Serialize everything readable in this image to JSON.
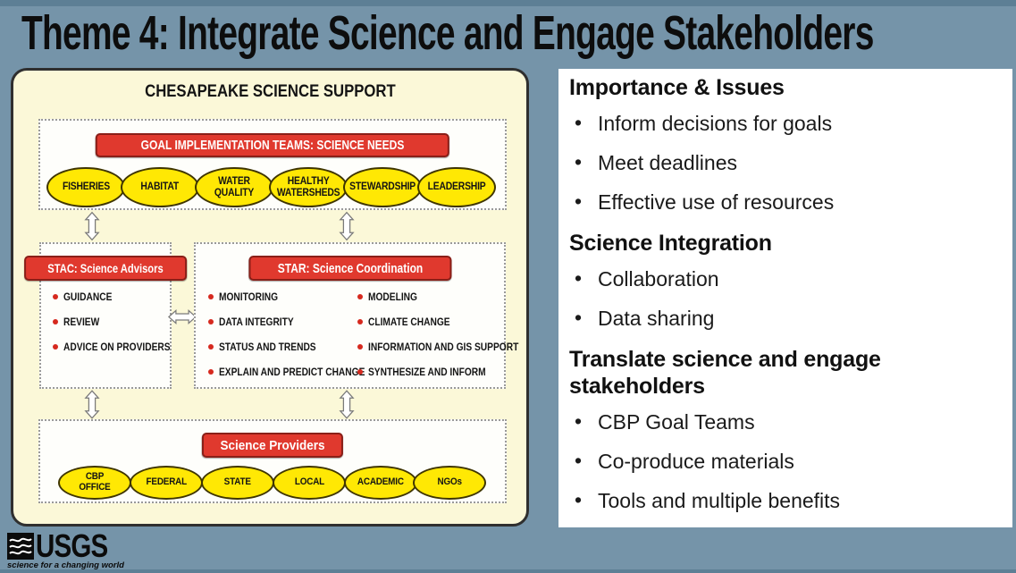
{
  "slide": {
    "title": "Theme 4: Integrate Science and Engage Stakeholders"
  },
  "colors": {
    "slide_background": "#7594a9",
    "diagram_background": "#fbf8d8",
    "accent_red": "#e0392e",
    "accent_yellow": "#ffe804",
    "panel_background": "#ffffff"
  },
  "diagram": {
    "title": "CHESAPEAKE SCIENCE SUPPORT",
    "git": {
      "header": "GOAL IMPLEMENTATION TEAMS: SCIENCE NEEDS",
      "teams": [
        "FISHERIES",
        "HABITAT",
        "WATER QUALITY",
        "HEALTHY WATERSHEDS",
        "STEWARDSHIP",
        "LEADERSHIP"
      ]
    },
    "stac": {
      "header": "STAC: Science Advisors",
      "items": [
        "GUIDANCE",
        "REVIEW",
        "ADVICE ON PROVIDERS"
      ]
    },
    "star": {
      "header": "STAR: Science Coordination",
      "col1": [
        "MONITORING",
        "DATA INTEGRITY",
        "STATUS AND TRENDS",
        "EXPLAIN AND PREDICT CHANGE"
      ],
      "col2": [
        "MODELING",
        "CLIMATE CHANGE",
        "INFORMATION AND GIS SUPPORT",
        "SYNTHESIZE AND INFORM"
      ]
    },
    "providers": {
      "header": "Science Providers",
      "orgs": [
        "CBP OFFICE",
        "FEDERAL",
        "STATE",
        "LOCAL",
        "ACADEMIC",
        "NGOs"
      ]
    }
  },
  "panel": {
    "sections": [
      {
        "heading": "Importance & Issues",
        "bullets": [
          "Inform decisions for goals",
          "Meet deadlines",
          "Effective use of resources"
        ]
      },
      {
        "heading": "Science Integration",
        "bullets": [
          "Collaboration",
          "Data sharing"
        ]
      },
      {
        "heading": "Translate science and engage stakeholders",
        "bullets": [
          "CBP Goal Teams",
          "Co-produce materials",
          "Tools and multiple benefits"
        ]
      }
    ]
  },
  "logo": {
    "name": "USGS",
    "tagline": "science for a changing world"
  }
}
